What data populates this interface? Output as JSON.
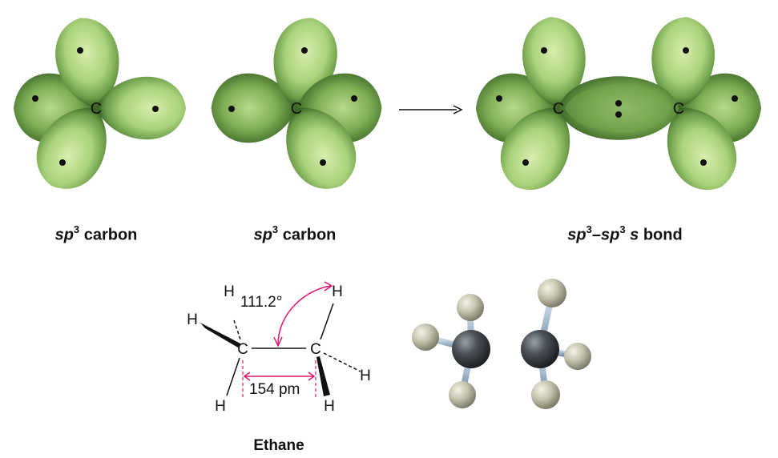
{
  "colors": {
    "orbital_light": "#d7ecab",
    "orbital_mid": "#9ccb6c",
    "orbital_dark": "#3d6426",
    "annotation": "#e0166f",
    "carbon_ball": "#3a3f44",
    "hydrogen_ball": "#c8c7b4",
    "stick": "#a9bdd0"
  },
  "orbital_diagrams": [
    {
      "center_atom": "C"
    },
    {
      "center_atom": "C"
    },
    {
      "center_atoms": [
        "C",
        "C"
      ]
    }
  ],
  "arrow_icon": "right-arrow-icon",
  "captions": {
    "left": {
      "sp": "sp",
      "sup": "3",
      "rest": " carbon"
    },
    "middle": {
      "sp": "sp",
      "sup": "3",
      "rest": " carbon"
    },
    "right": {
      "sp1": "sp",
      "sup1": "3",
      "dash": "–",
      "sp2": "sp",
      "sup2": "3",
      "s": " s",
      "rest": " bond"
    }
  },
  "ethane": {
    "carbon_label": "C",
    "hydrogen_label": "H",
    "angle": "111.2°",
    "bond_length": "154 pm",
    "name": "Ethane"
  }
}
